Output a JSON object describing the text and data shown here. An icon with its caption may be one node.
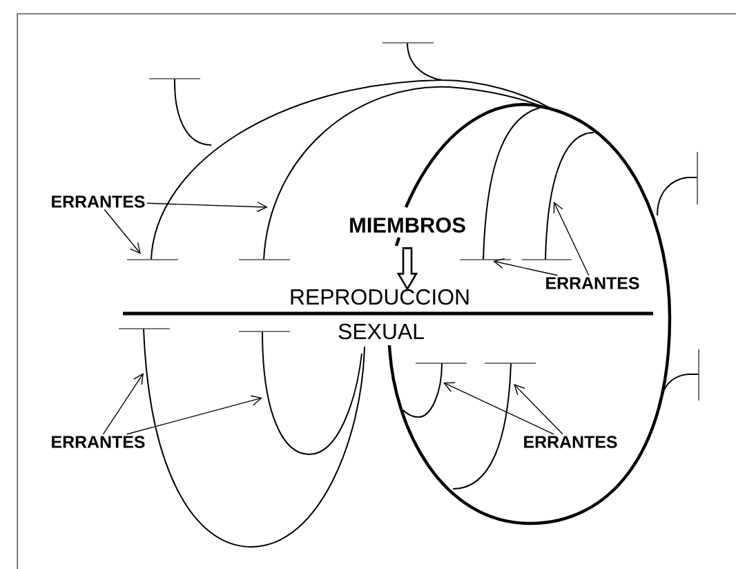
{
  "diagram": {
    "nodes": [
      {
        "text": [
          "ERRANTES"
        ]
      },
      {
        "text": [
          "MIEMBROS"
        ]
      },
      {
        "text": [
          "ERRANTES"
        ]
      },
      {
        "text": [
          "REPRODUCCION"
        ]
      },
      {
        "text": [
          "ERRANTES"
        ]
      },
      {
        "text": [
          "ERRANTES"
        ]
      }
    ],
    "edges": [
      {
        "from": 0,
        "to": null,
        "arrow": "to"
      },
      {
        "from": 0,
        "to": null,
        "arrow": "to"
      },
      {
        "from": 1,
        "to": 3,
        "arrow": "to"
      },
      {
        "from": 2,
        "to": null,
        "arrow": "to"
      },
      {
        "from": 2,
        "to": null,
        "arrow": "to"
      },
      {
        "from": 4,
        "to": null,
        "arrow": "to"
      },
      {
        "from": 4,
        "to": null,
        "arrow": "to"
      },
      {
        "from": 5,
        "to": null,
        "arrow": "to"
      },
      {
        "from": 5,
        "to": null,
        "arrow": "to"
      }
    ],
    "labels": [
      "SEXUAL"
    ]
  }
}
